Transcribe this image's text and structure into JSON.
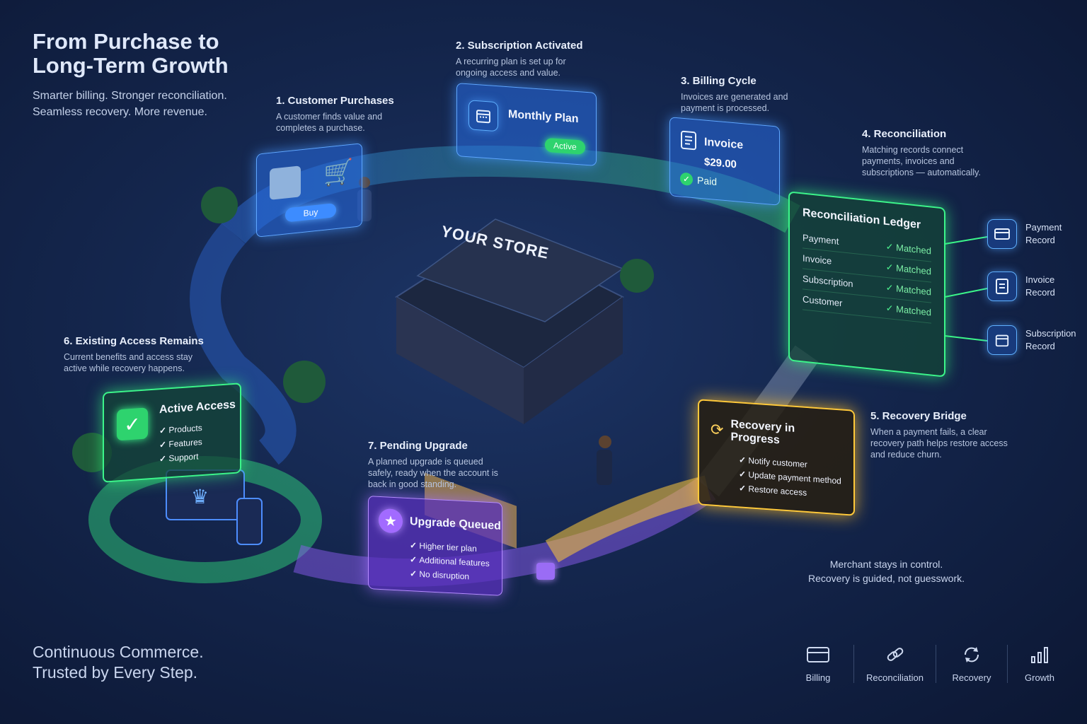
{
  "title": "From Purchase to Long-Term Growth",
  "subtitle_line1": "Smarter billing. Stronger reconciliation.",
  "subtitle_line2": "Seamless recovery. More revenue.",
  "footer_line1": "Continuous Commerce.",
  "footer_line2": "Trusted by Every Step.",
  "store_sign": "YOUR STORE",
  "steps": [
    {
      "title": "1. Customer Purchases",
      "desc": "A customer finds value and completes a purchase."
    },
    {
      "title": "2. Subscription Activated",
      "desc": "A recurring plan is set up for ongoing access and value."
    },
    {
      "title": "3. Billing Cycle",
      "desc": "Invoices are generated and payment is processed."
    },
    {
      "title": "4. Reconciliation",
      "desc": "Matching records connect payments, invoices and subscriptions — automatically."
    },
    {
      "title": "5. Recovery Bridge",
      "desc": "When a payment fails, a clear recovery path helps restore access and reduce churn."
    },
    {
      "title": "6. Existing Access Remains",
      "desc": "Current benefits and access stay active while recovery happens."
    },
    {
      "title": "7. Pending Upgrade",
      "desc": "A planned upgrade is queued safely, ready when the account is back in good standing."
    }
  ],
  "buy_card": {
    "button": "Buy"
  },
  "plan_card": {
    "title": "Monthly Plan",
    "badge": "Active"
  },
  "invoice_card": {
    "title": "Invoice",
    "amount": "$29.00",
    "status": "Paid"
  },
  "ledger": {
    "title": "Reconciliation Ledger",
    "rows": [
      {
        "label": "Payment",
        "status": "Matched"
      },
      {
        "label": "Invoice",
        "status": "Matched"
      },
      {
        "label": "Subscription",
        "status": "Matched"
      },
      {
        "label": "Customer",
        "status": "Matched"
      }
    ]
  },
  "records": [
    {
      "line1": "Payment",
      "line2": "Record"
    },
    {
      "line1": "Invoice",
      "line2": "Record"
    },
    {
      "line1": "Subscription",
      "line2": "Record"
    }
  ],
  "recovery_card": {
    "title": "Recovery in Progress",
    "items": [
      "Notify customer",
      "Update payment method",
      "Restore access"
    ]
  },
  "access_card": {
    "title": "Active Access",
    "items": [
      "Products",
      "Features",
      "Support"
    ]
  },
  "upgrade_card": {
    "title": "Upgrade Queued",
    "items": [
      "Higher tier plan",
      "Additional features",
      "No disruption"
    ]
  },
  "merchant_line1": "Merchant stays in control.",
  "merchant_line2": "Recovery is guided, not guesswork.",
  "footer_icons": [
    {
      "label": "Billing",
      "icon": "card-icon"
    },
    {
      "label": "Reconciliation",
      "icon": "link-icon"
    },
    {
      "label": "Recovery",
      "icon": "refresh-icon"
    },
    {
      "label": "Growth",
      "icon": "bar-chart-icon"
    }
  ],
  "colors": {
    "blue": "#5fa6ff",
    "green": "#3cf58a",
    "yellow": "#ffc93a",
    "purple": "#b58cff"
  }
}
